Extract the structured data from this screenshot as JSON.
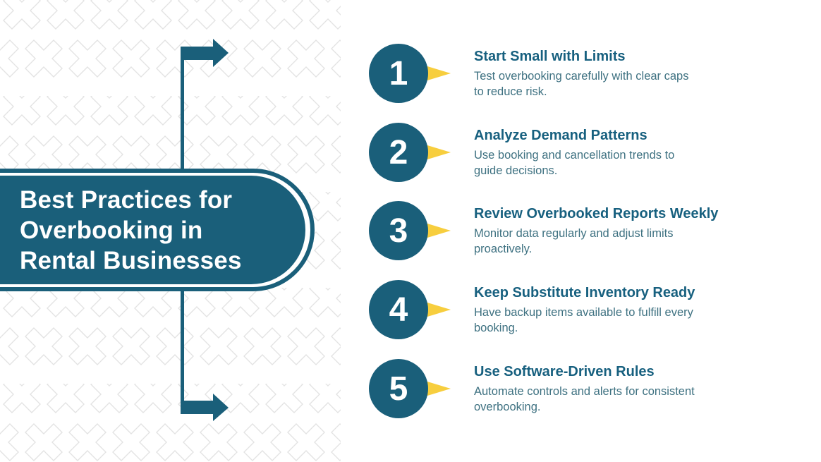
{
  "colors": {
    "teal": "#1A5F7A",
    "heading_teal": "#17607F",
    "body_teal": "#3E7181",
    "yellow": "#F7CE3E",
    "pattern_stroke": "#E3E3E3",
    "background": "#FFFFFF",
    "banner_text": "#FFFFFF",
    "number_text": "#FFFFFF"
  },
  "banner": {
    "title": "Best Practices for\nOverbooking in\nRental Businesses"
  },
  "steps": [
    {
      "number": "1",
      "title": "Start Small with Limits",
      "description": "Test overbooking carefully with clear caps\nto reduce risk."
    },
    {
      "number": "2",
      "title": "Analyze Demand Patterns",
      "description": "Use booking and cancellation trends to\nguide decisions."
    },
    {
      "number": "3",
      "title": "Review Overbooked Reports Weekly",
      "description": "Monitor data regularly and adjust limits\nproactively."
    },
    {
      "number": "4",
      "title": "Keep Substitute Inventory Ready",
      "description": "Have backup items available to fulfill every\nbooking."
    },
    {
      "number": "5",
      "title": "Use Software-Driven Rules",
      "description": "Automate controls and alerts for consistent\noverbooking."
    }
  ]
}
